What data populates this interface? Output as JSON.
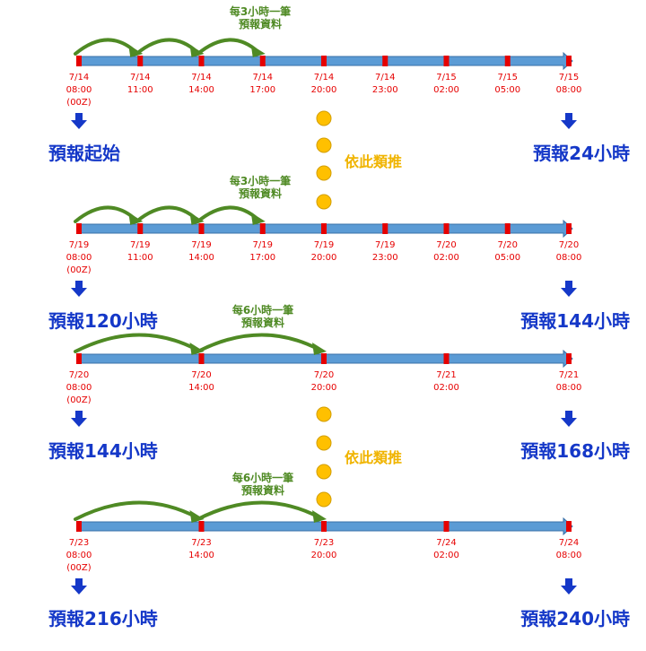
{
  "colors": {
    "axis": "#5b9bd5",
    "axis_edge": "#3a70a8",
    "tick": "#e60000",
    "curve": "#4f8a24",
    "label": "#1538c8",
    "dot": "#ffc000",
    "down_arrow": "#1538c8"
  },
  "rows": [
    {
      "ticks": [
        {
          "date": "7/14",
          "time": "08:00",
          "extra": "(00Z)"
        },
        {
          "date": "7/14",
          "time": "11:00"
        },
        {
          "date": "7/14",
          "time": "14:00"
        },
        {
          "date": "7/14",
          "time": "17:00"
        },
        {
          "date": "7/14",
          "time": "20:00"
        },
        {
          "date": "7/14",
          "time": "23:00"
        },
        {
          "date": "7/15",
          "time": "02:00"
        },
        {
          "date": "7/15",
          "time": "05:00"
        },
        {
          "date": "7/15",
          "time": "08:00"
        }
      ],
      "note_line1": "每3小時一筆",
      "note_line2": "預報資料",
      "start_label": "預報起始",
      "end_label": "預報24小時"
    },
    {
      "ticks": [
        {
          "date": "7/19",
          "time": "08:00",
          "extra": "(00Z)"
        },
        {
          "date": "7/19",
          "time": "11:00"
        },
        {
          "date": "7/19",
          "time": "14:00"
        },
        {
          "date": "7/19",
          "time": "17:00"
        },
        {
          "date": "7/19",
          "time": "20:00"
        },
        {
          "date": "7/19",
          "time": "23:00"
        },
        {
          "date": "7/20",
          "time": "02:00"
        },
        {
          "date": "7/20",
          "time": "05:00"
        },
        {
          "date": "7/20",
          "time": "08:00"
        }
      ],
      "note_line1": "每3小時一筆",
      "note_line2": "預報資料",
      "start_label": "預報120小時",
      "end_label": "預報144小時"
    },
    {
      "ticks": [
        {
          "date": "7/20",
          "time": "08:00",
          "extra": "(00Z)"
        },
        {
          "date": "7/20",
          "time": "14:00"
        },
        {
          "date": "7/20",
          "time": "20:00"
        },
        {
          "date": "7/21",
          "time": "02:00"
        },
        {
          "date": "7/21",
          "time": "08:00"
        }
      ],
      "note_line1": "每6小時一筆",
      "note_line2": "預報資料",
      "start_label": "預報144小時",
      "end_label": "預報168小時"
    },
    {
      "ticks": [
        {
          "date": "7/23",
          "time": "08:00",
          "extra": "(00Z)"
        },
        {
          "date": "7/23",
          "time": "14:00"
        },
        {
          "date": "7/23",
          "time": "20:00"
        },
        {
          "date": "7/24",
          "time": "02:00"
        },
        {
          "date": "7/24",
          "time": "08:00"
        }
      ],
      "note_line1": "每6小時一筆",
      "note_line2": "預報資料",
      "start_label": "預報216小時",
      "end_label": "預報240小時"
    }
  ],
  "analogy_label": "依此類推"
}
